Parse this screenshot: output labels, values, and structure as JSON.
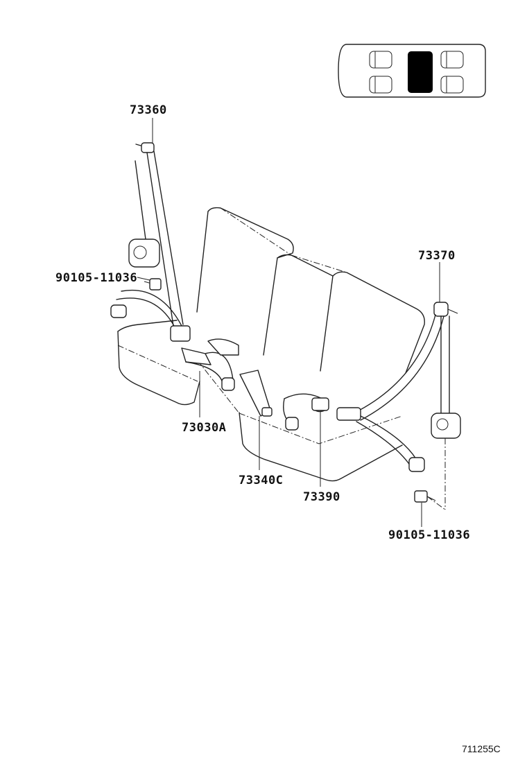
{
  "diagram": {
    "part_labels": {
      "p73360": "73360",
      "p73370": "73370",
      "p90105_left": "90105-11036",
      "p90105_right": "90105-11036",
      "p73030A": "73030A",
      "p73340C": "73340C",
      "p73390": "73390"
    },
    "figure_id": "711255C",
    "locator_highlight_position": "rear seat, center",
    "colors": {
      "line": "#222222",
      "highlight": "#000000",
      "background": "#ffffff"
    }
  }
}
